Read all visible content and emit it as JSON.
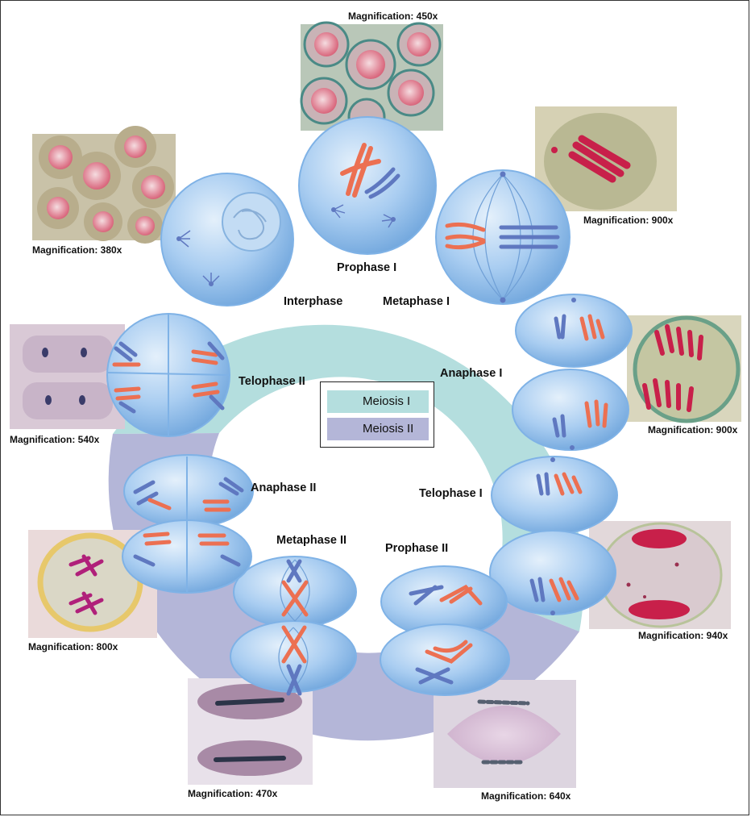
{
  "colors": {
    "meiosis_one": "#b4dede",
    "meiosis_two": "#b4b6d8",
    "cell_light": "#cfe5f8",
    "cell_dark": "#7fb2e6",
    "chrom_red": "#ec7052",
    "chrom_blue": "#5f78c0"
  },
  "legend": {
    "meiosis_one": "Meiosis I",
    "meiosis_two": "Meiosis II"
  },
  "stages": {
    "interphase": "Interphase",
    "prophase_1": "Prophase I",
    "metaphase_1": "Metaphase I",
    "anaphase_1": "Anaphase I",
    "telophase_1": "Telophase I",
    "prophase_2": "Prophase II",
    "metaphase_2": "Metaphase II",
    "anaphase_2": "Anaphase II",
    "telophase_2": "Telophase II"
  },
  "micrographs": {
    "interphase": "Magnification: 380x",
    "prophase_1": "Magnification: 450x",
    "metaphase_1": "Magnification: 900x",
    "anaphase_1": "Magnification: 900x",
    "telophase_1": "Magnification: 940x",
    "prophase_2": "Magnification: 640x",
    "metaphase_2": "Magnification: 470x",
    "anaphase_2": "Magnification: 800x",
    "telophase_2": "Magnification: 540x"
  }
}
